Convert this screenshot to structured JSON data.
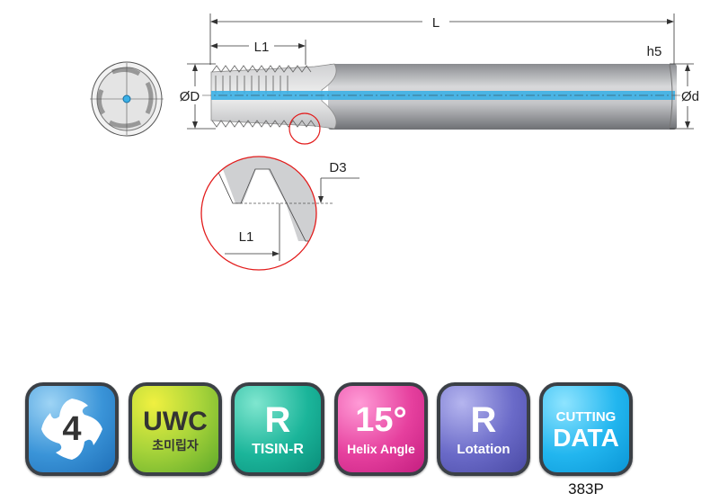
{
  "drawing": {
    "labels": {
      "L": "L",
      "L1": "L1",
      "h5": "h5",
      "OD": "ØD",
      "Od": "Ød",
      "D3": "D3",
      "detail_L1": "L1"
    },
    "colors": {
      "coolant": "#3bb0e6",
      "detail_circle": "#e21b1b"
    }
  },
  "icons": [
    {
      "big": "4",
      "small": ""
    },
    {
      "big": "UWC",
      "small": "초미립자"
    },
    {
      "big": "R",
      "small": "TISIN-R"
    },
    {
      "big": "15°",
      "small": "Helix Angle"
    },
    {
      "big": "R",
      "small": "Lotation"
    },
    {
      "big": "CUTTING",
      "small": "DATA"
    }
  ],
  "cutting_data_code": "383P"
}
